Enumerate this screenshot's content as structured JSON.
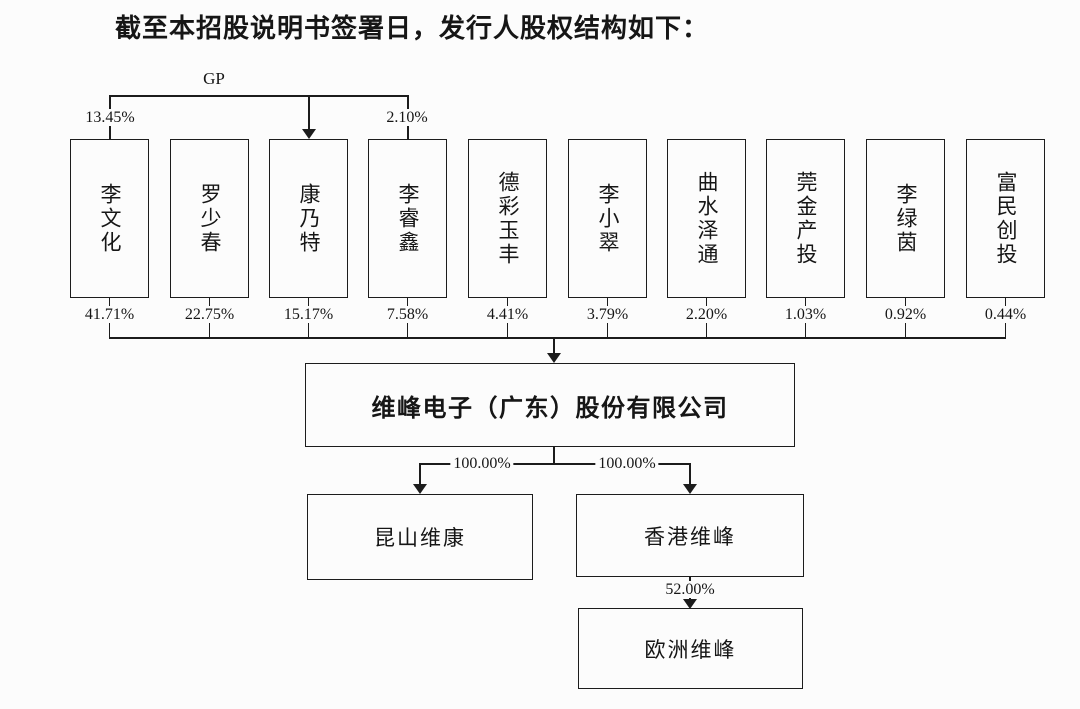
{
  "title": "截至本招股说明书签署日，发行人股权结构如下：",
  "gp_structure": {
    "label": "GP",
    "left_percent": "13.45%",
    "right_percent": "2.10%"
  },
  "shareholders": [
    {
      "name": "李文化",
      "percent": "41.71%"
    },
    {
      "name": "罗少春",
      "percent": "22.75%"
    },
    {
      "name": "康乃特",
      "percent": "15.17%"
    },
    {
      "name": "李睿鑫",
      "percent": "7.58%"
    },
    {
      "name": "德彩玉丰",
      "percent": "4.41%"
    },
    {
      "name": "李小翠",
      "percent": "3.79%"
    },
    {
      "name": "曲水泽通",
      "percent": "2.20%"
    },
    {
      "name": "莞金产投",
      "percent": "1.03%"
    },
    {
      "name": "李绿茵",
      "percent": "0.92%"
    },
    {
      "name": "富民创投",
      "percent": "0.44%"
    }
  ],
  "issuer": {
    "name": "维峰电子（广东）股份有限公司"
  },
  "subsidiaries": {
    "kunshan": {
      "name": "昆山维康",
      "percent": "100.00%"
    },
    "hongkong": {
      "name": "香港维峰",
      "percent": "100.00%"
    },
    "europe": {
      "name": "欧洲维峰",
      "percent": "52.00%"
    }
  },
  "colors": {
    "line": "#1c1c1c",
    "background": "#fcfcfc",
    "text": "#161616"
  }
}
